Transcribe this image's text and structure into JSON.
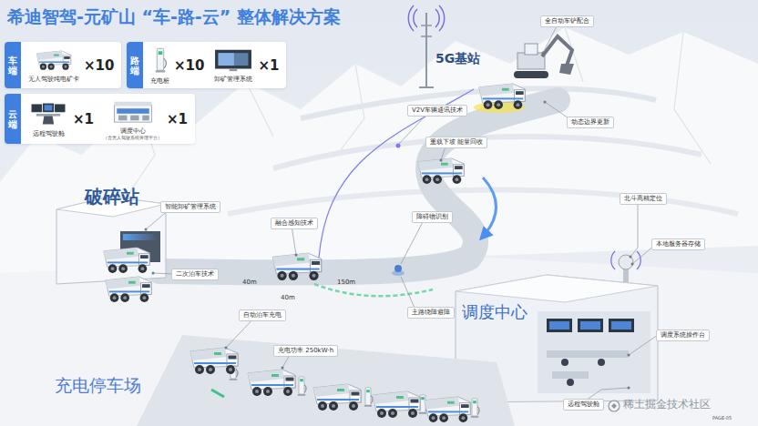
{
  "diagram": {
    "title": "希迪智驾-元矿山 “车-路-云” 整体解决方案",
    "nodes": [
      {
        "text": [
          "车端"
        ]
      },
      {
        "text": [
          "无人驾驶纯电矿卡",
          "×10"
        ],
        "in": 0
      },
      {
        "text": [
          "路端"
        ]
      },
      {
        "text": [
          "充电桩",
          "×10"
        ],
        "in": 2
      },
      {
        "text": [
          "卸矿管理系统",
          "×1"
        ],
        "in": 2
      },
      {
        "text": [
          "云端"
        ]
      },
      {
        "text": [
          "远程驾驶舱",
          "×1"
        ],
        "in": 5
      },
      {
        "text": [
          "调度中心",
          "（含无人驾驶系统管理平台）",
          "×1"
        ],
        "in": 5
      },
      {
        "text": [
          "全自动车铲配合"
        ]
      },
      {
        "text": [
          "V2V车辆通讯技术"
        ]
      },
      {
        "text": [
          "动态边界更新"
        ]
      },
      {
        "text": [
          "重载下坡 能量回收"
        ]
      },
      {
        "text": [
          "北斗高精定位"
        ]
      },
      {
        "text": [
          "智能卸矿管理系统"
        ]
      },
      {
        "text": [
          "融合感知技术"
        ]
      },
      {
        "text": [
          "障碍物识别"
        ]
      },
      {
        "text": [
          "本地服务器存储"
        ]
      },
      {
        "text": [
          "二次泊车技术"
        ]
      },
      {
        "text": [
          "主路绕障避障"
        ]
      },
      {
        "text": [
          "调度系统操作台"
        ]
      },
      {
        "text": [
          "自动泊车充电"
        ]
      },
      {
        "text": [
          "充电功率 250kW·h"
        ]
      },
      {
        "text": [
          "远程驾驶舱"
        ]
      }
    ],
    "labels": [
      "5G基站",
      "破碎站",
      "调度中心",
      "充电停车场",
      "40m",
      "40m",
      "150m",
      "稀土掘金技术社区",
      "PAGE-05"
    ]
  }
}
